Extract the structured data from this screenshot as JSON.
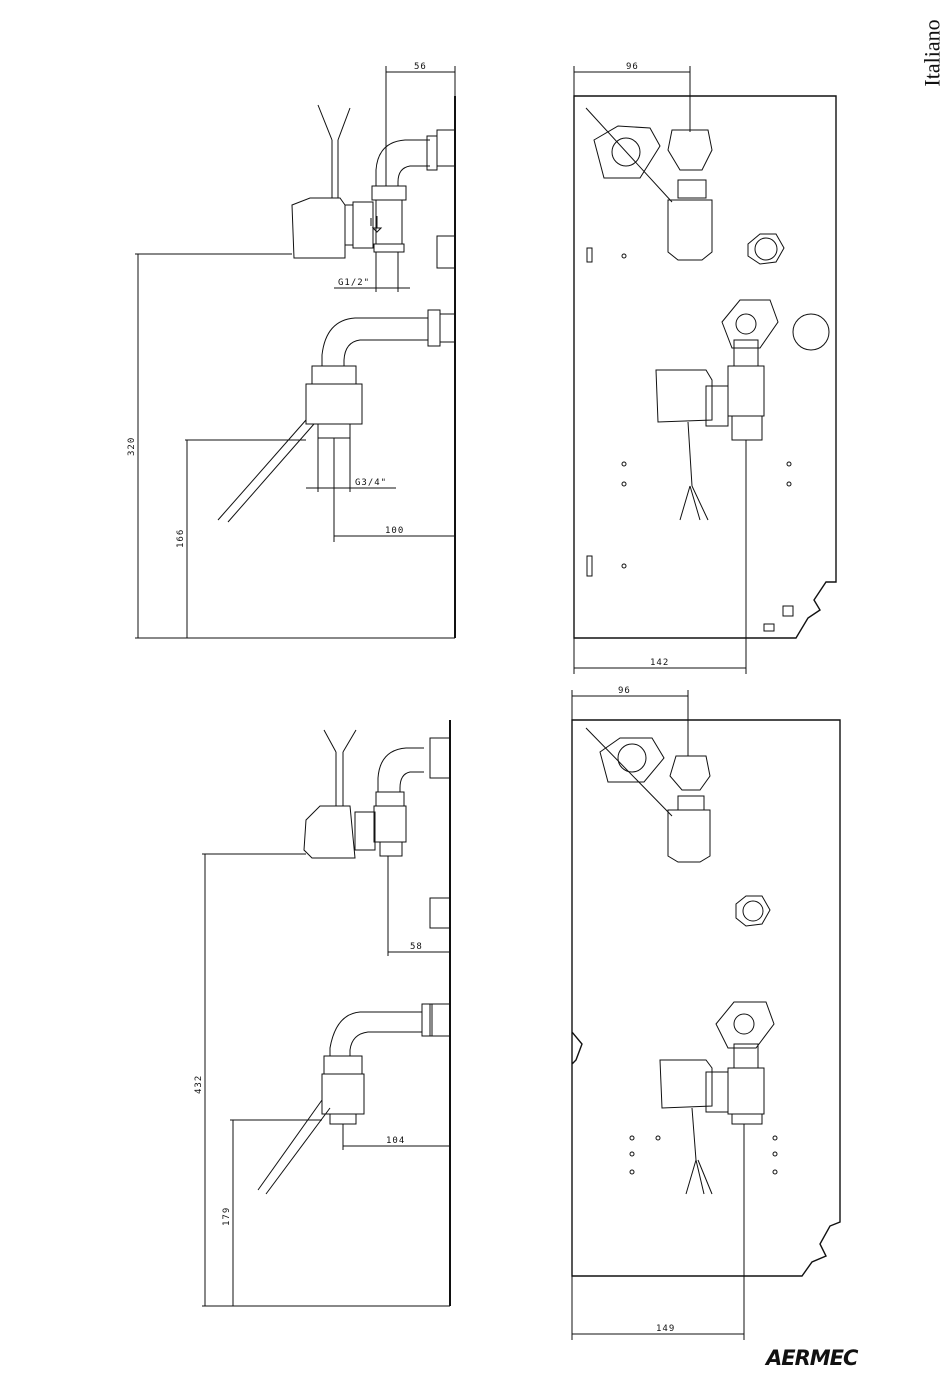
{
  "language_tab": "Italiano",
  "brand": "AERMEC",
  "dimensions": {
    "top_side": {
      "d56": "56",
      "d320": "320",
      "d166": "166",
      "d100": "100",
      "g12": "G1/2\"",
      "g34": "G3/4\""
    },
    "top_front": {
      "d96": "96",
      "d142": "142"
    },
    "bottom_side": {
      "d58": "58",
      "d432": "432",
      "d179": "179",
      "d104": "104"
    },
    "bottom_front": {
      "d96": "96",
      "d149": "149"
    }
  }
}
